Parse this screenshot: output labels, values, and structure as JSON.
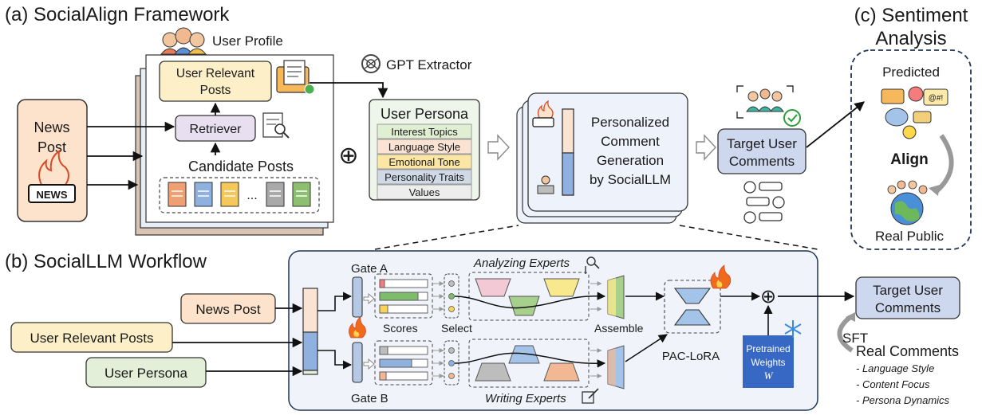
{
  "colors": {
    "panel_bg": "#f0f4fa",
    "panel_border": "#1f3552",
    "news_fill": "#fde2cc",
    "relevant_fill": "#fdf0c8",
    "persona_fill": "#e3efd9",
    "retriever_fill": "#e8e0f0",
    "target_fill": "#cdd7ee",
    "gate_fill": "#b5c8e6",
    "green_bar": "#7cbc6a",
    "blue_bar": "#8fb1e0",
    "pink": "#f3c9d6",
    "yellow": "#f8e98e",
    "green": "#a8d08d",
    "orange": "#f2b894",
    "gray": "#bdbdbd",
    "blue": "#a3c4e8",
    "pretrained": "#3768c4",
    "fire": "#f06a1d"
  },
  "panel_a": {
    "title": "(a) SocialAlign Framework",
    "user_profile": "User Profile",
    "news_post_line1": "News",
    "news_post_line2": "Post",
    "news_badge": "NEWS",
    "user_relevant_posts_line1": "User Relevant",
    "user_relevant_posts_line2": "Posts",
    "retriever": "Retriever",
    "candidate_posts": "Candidate Posts",
    "ellipsis": "...",
    "plus": "⊕",
    "gpt_extractor": "GPT Extractor",
    "user_persona": "User Persona",
    "persona_rows": [
      "Interest Topics",
      "Language Style",
      "Emotional Tone",
      "Personality Traits",
      "Values"
    ],
    "generation_lines": [
      "Personalized",
      "Comment",
      "Generation",
      "by SocialLLM"
    ],
    "target_line1": "Target User",
    "target_line2": "Comments"
  },
  "panel_c": {
    "title_line1": "(c) Sentiment",
    "title_line2": "Analysis",
    "predicted": "Predicted",
    "bubble_text": "@#!",
    "align": "Align",
    "real_public": "Real Public"
  },
  "panel_b": {
    "title": "(b) SocialLLM Workflow",
    "inputs": [
      "News Post",
      "User Relevant Posts",
      "User Persona"
    ],
    "gate_a": "Gate A",
    "gate_b": "Gate B",
    "scores": "Scores",
    "select": "Select",
    "analyzing_experts": "Analyzing Experts",
    "writing_experts": "Writing Experts",
    "assemble": "Assemble",
    "pac_lora": "PAC-LoRA",
    "pretrained_line1": "Pretrained",
    "pretrained_line2": "Weights",
    "pretrained_symbol": "W",
    "oplus": "⊕",
    "target_line1": "Target User",
    "target_line2": "Comments",
    "sft": "SFT",
    "real_comments": "Real Comments",
    "real_list": [
      "- Language Style",
      "- Content Focus",
      "- Persona Dynamics"
    ]
  }
}
